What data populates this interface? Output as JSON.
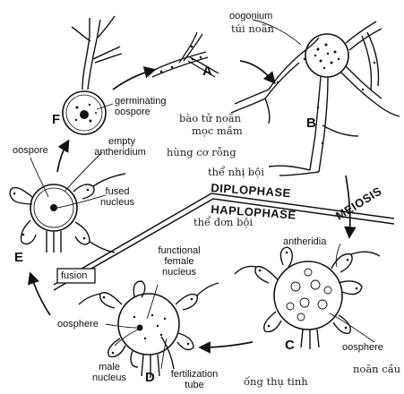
{
  "stages": {
    "a": "A",
    "b": "B",
    "c": "C",
    "d": "D",
    "e": "E",
    "f": "F"
  },
  "labels": {
    "oogonium": "oogonium",
    "germinating_line1": "germinating",
    "germinating_line2": "oospore",
    "oospore": "oospore",
    "empty_line1": "empty",
    "empty_line2": "antheridium",
    "fused_line1": "fused",
    "fused_line2": "nucleus",
    "diplophase": "DIPLOPHASE",
    "haplophase": "HAPLOPHASE",
    "meiosis": "MEIOSIS",
    "antheridia": "antheridia",
    "fusion": "fusion",
    "functional_line1": "functional",
    "functional_line2": "female",
    "functional_line3": "nucleus",
    "oosphere_left": "oosphere",
    "oosphere_right": "oosphere",
    "male_line1": "male",
    "male_line2": "nucleus",
    "fert_line1": "fertilization",
    "fert_line2": "tube"
  },
  "vietnamese": {
    "tui_noan": "túi noãn",
    "bao_tu_line1": "bào tử noãn",
    "bao_tu_line2": "mọc mầm",
    "hung_co_rong": "hùng cơ rỗng",
    "the_nhi_boi": "thể nhị bội",
    "the_don_boi": "thể đơn bội",
    "noan_cau": "noãn cầu",
    "ong_thu_tinh": "ống thụ tinh"
  }
}
